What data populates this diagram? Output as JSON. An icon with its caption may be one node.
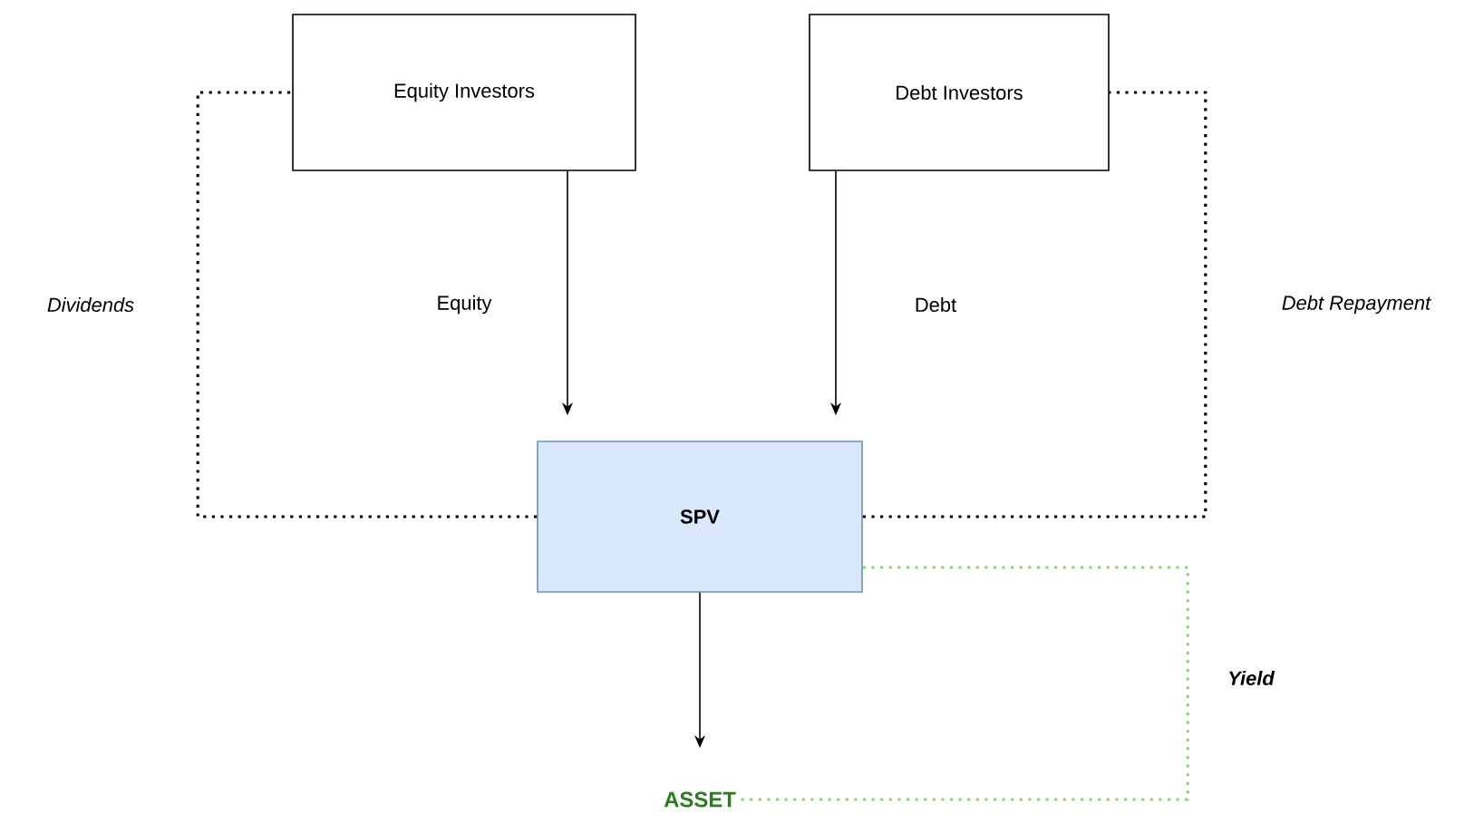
{
  "diagram": {
    "nodes": [
      {
        "text": [
          "Equity Investors"
        ]
      },
      {
        "text": [
          "Debt Investors"
        ]
      },
      {
        "text": [
          "SPV"
        ]
      },
      {
        "text": [
          "ASSET"
        ]
      }
    ],
    "edges": [
      {
        "from": 0,
        "to": 2,
        "arrow": "to",
        "label": "Equity"
      },
      {
        "from": 1,
        "to": 2,
        "arrow": "to",
        "label": "Debt"
      },
      {
        "from": 2,
        "to": 3,
        "arrow": "to"
      },
      {
        "from": 2,
        "to": 0,
        "arrow": "none",
        "style": "dashed",
        "label": "Dividends"
      },
      {
        "from": 2,
        "to": 1,
        "arrow": "none",
        "style": "dashed",
        "label": "Debt Repayment"
      },
      {
        "from": 2,
        "to": 3,
        "arrow": "none",
        "style": "dashed",
        "color": "#97d077",
        "label": "Yield"
      }
    ]
  }
}
